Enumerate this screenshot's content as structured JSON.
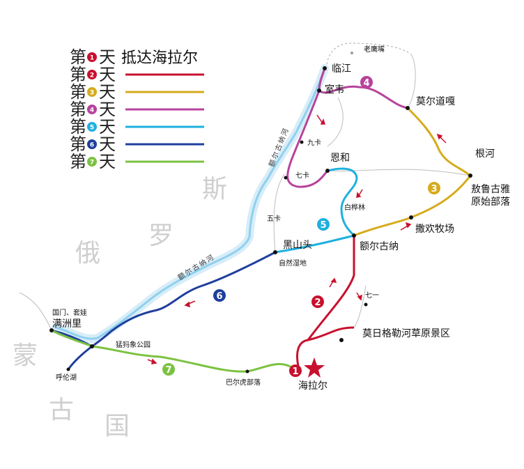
{
  "legend": {
    "prefix": "第",
    "suffix": "天",
    "day1_title": "抵达海拉尔",
    "days": [
      {
        "num": "1",
        "color": "#c8102e"
      },
      {
        "num": "2",
        "color": "#c8102e"
      },
      {
        "num": "3",
        "color": "#d6ab1c"
      },
      {
        "num": "4",
        "color": "#b7439c"
      },
      {
        "num": "5",
        "color": "#1eb0df"
      },
      {
        "num": "6",
        "color": "#1f3f9e"
      },
      {
        "num": "7",
        "color": "#7cc242"
      }
    ]
  },
  "countries": {
    "russia": [
      "俄",
      "罗",
      "斯"
    ],
    "mongolia": [
      "蒙",
      "古",
      "国"
    ]
  },
  "rivers": {
    "upper": "额尔古纳河",
    "lower": "额尔古纳河"
  },
  "places": {
    "laoyingzui": "老鹰嘴",
    "linjiang": "临江",
    "shiwei": "室韦",
    "moerdaoga": "莫尔道嘎",
    "genhe": "根河",
    "jiuka": "九卡",
    "enhe": "恩和",
    "qika": "七卡",
    "aoluguya_1": "敖鲁古雅",
    "aoluguya_2": "原始部落",
    "baihualin": "白桦林",
    "wuka": "五卡",
    "sahuan": "撒欢牧场",
    "heishantou": "黑山头",
    "erguna": "额尔古纳",
    "ziran_shidi": "自然湿地",
    "qiyi": "七一",
    "guomen": "国门、套娃",
    "manzhouli": "满洲里",
    "moriguele": "莫日格勒河草原景区",
    "mengmaxiang": "猛犸象公园",
    "hulunhu": "呼伦湖",
    "baerhu": "巴尔虎部落",
    "hailaer": "海拉尔"
  },
  "route_badges": [
    "1",
    "2",
    "3",
    "4",
    "5",
    "6",
    "7"
  ]
}
